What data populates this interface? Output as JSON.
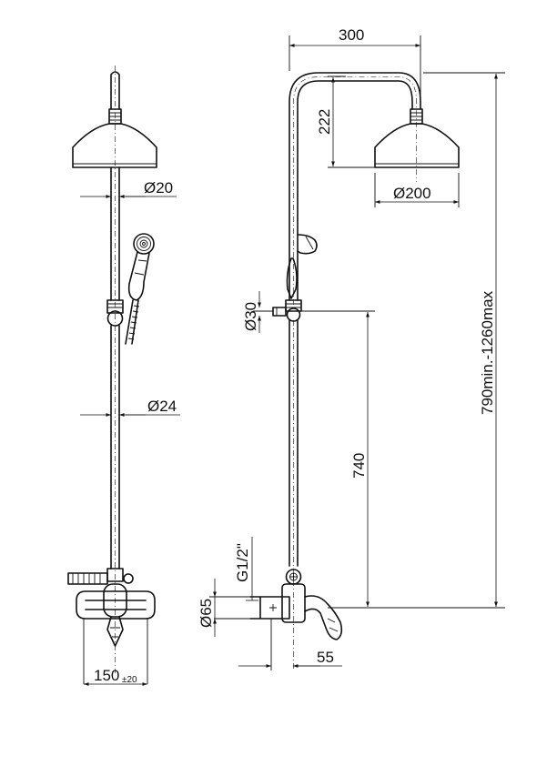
{
  "dimensions": {
    "pipe_diameter": "Ø20",
    "bar_diameter": "Ø24",
    "arm_width": "300",
    "arm_height": "222",
    "head_diameter": "Ø200",
    "bracket_diameter": "Ø30",
    "riser_height": "740",
    "total_height": "790min.-1260max",
    "mixer_diameter": "Ø65",
    "thread": "G1/2\"",
    "spout_offset": "55",
    "connection_spacing": "150",
    "connection_tolerance": "±20"
  }
}
